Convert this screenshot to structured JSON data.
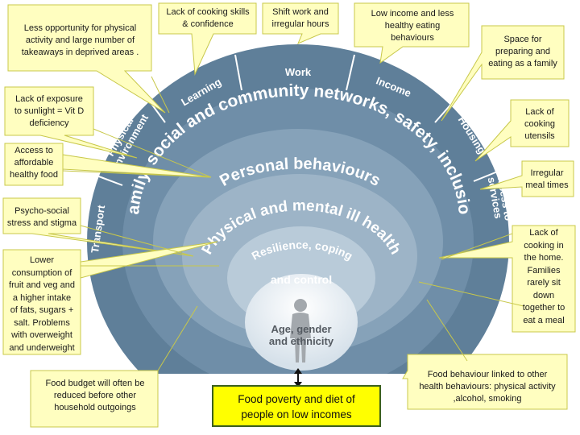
{
  "diagram": {
    "center_label": [
      "Age, gender",
      "and ethnicity"
    ],
    "rings": {
      "resilience": [
        "Resilience, coping",
        "and control"
      ],
      "physical_mental": "Physical and mental ill health",
      "personal_behaviours": "Personal behaviours",
      "family_social": "Family, social and community networks, safety, inclusion"
    },
    "sectors": [
      "Transport",
      "Physical environment",
      "Learning",
      "Work",
      "Income",
      "Housing",
      "Access to services"
    ],
    "sector_lines": {
      "physical_environment": [
        "Physical",
        "environment"
      ],
      "access_to_services": [
        "Access to",
        "services"
      ]
    },
    "bottom_box": [
      "Food poverty and diet of",
      "people on low incomes"
    ],
    "colors": {
      "outer_ring": "#5f7f99",
      "family_ring": "#6f8ea8",
      "personal_ring": "#86a2b9",
      "physical_ring": "#9db4c7",
      "resilience_ring": "#b9cbd9",
      "core": "#e4ecf2",
      "callout_fill": "#fffec0",
      "callout_border": "#c8c84a",
      "highlight": "#ffff00"
    }
  },
  "callouts": {
    "deprived_areas": [
      "Less opportunity for physical",
      "activity and large number of",
      "takeaways in deprived areas ."
    ],
    "cooking_skills": [
      "Lack of cooking skills",
      "& confidence"
    ],
    "shift_work": [
      "Shift work and",
      "irregular hours"
    ],
    "low_income": [
      "Low income and less",
      "healthy  eating",
      "behaviours"
    ],
    "space": [
      "Space for",
      "preparing and",
      "eating as a family"
    ],
    "sunlight": [
      "Lack of exposure",
      "to sunlight = Vit D",
      "deficiency"
    ],
    "utensils": [
      "Lack of",
      "cooking",
      "utensils"
    ],
    "access_food": [
      "Access to",
      "affordable",
      "healthy food"
    ],
    "meal_times": [
      "Irregular",
      "meal times"
    ],
    "psycho_social": [
      "Psycho-social",
      "stress and stigma"
    ],
    "lack_cooking_home": [
      "Lack of",
      "cooking in",
      "the home.",
      "Families",
      "rarely sit",
      "down",
      "together to",
      "eat a meal"
    ],
    "lower_consumption": [
      "Lower",
      "consumption of",
      "fruit and veg and",
      "a higher intake",
      "of fats, sugars +",
      "salt. Problems",
      "with overweight",
      "and underweight"
    ],
    "food_budget": [
      "Food budget will often be",
      "reduced before other",
      "household outgoings"
    ],
    "food_behaviour": [
      "Food behaviour linked to other",
      "health behaviours: physical activity",
      ",alcohol, smoking"
    ]
  }
}
